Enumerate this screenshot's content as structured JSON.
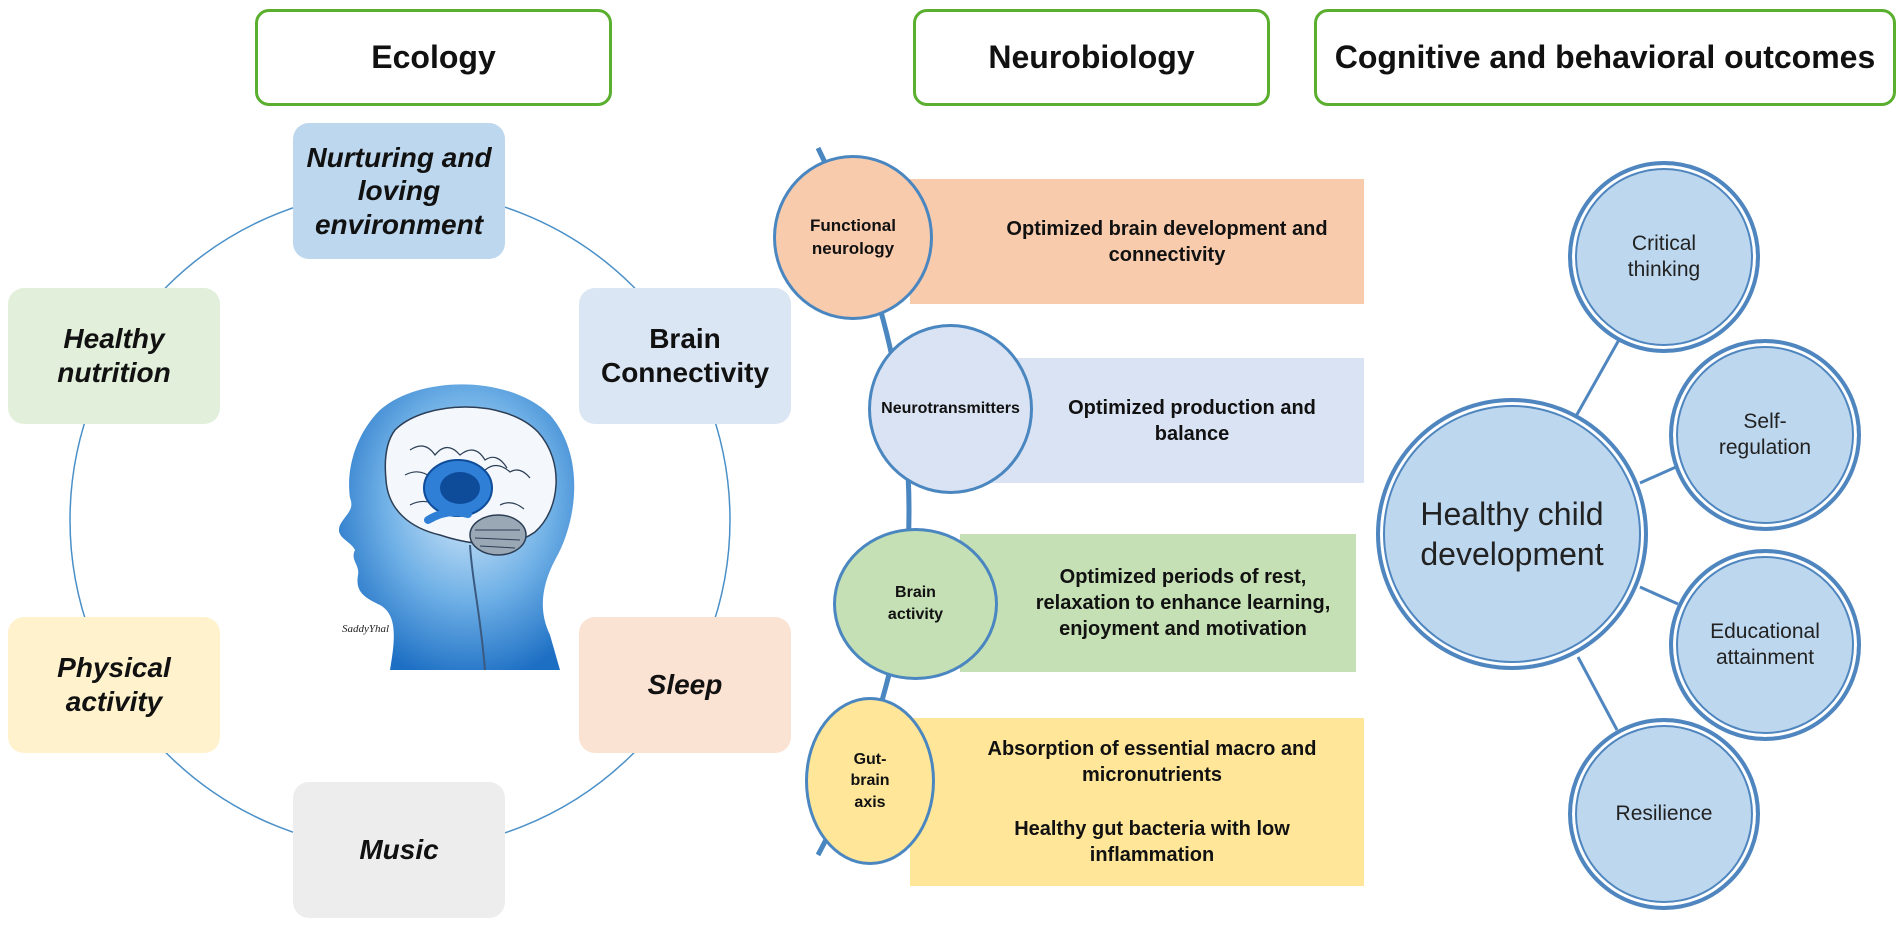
{
  "headers": {
    "ecology": "Ecology",
    "neurobiology": "Neurobiology",
    "outcomes": "Cognitive and behavioral outcomes"
  },
  "ecology": {
    "nurturing": "Nurturing and loving environment",
    "brain_connectivity": "Brain Connectivity",
    "healthy_nutrition": "Healthy nutrition",
    "sleep": "Sleep",
    "physical_activity": "Physical activity",
    "music": "Music",
    "signature": "SaddyYhal"
  },
  "neurobiology": {
    "functional": {
      "circle": "Functional neurology",
      "text": "Optimized brain development and connectivity"
    },
    "neurotransmitters": {
      "circle": "Neurotransmitters",
      "text": "Optimized production and balance"
    },
    "brain_activity": {
      "circle": "Brain activity",
      "text": "Optimized periods of rest, relaxation to enhance learning, enjoyment and motivation"
    },
    "gut_brain": {
      "circle": "Gut-brain axis",
      "text1": "Absorption of essential macro and micronutrients",
      "text2": "Healthy gut bacteria with low inflammation"
    }
  },
  "outcomes": {
    "center": "Healthy child development",
    "critical_thinking": "Critical thinking",
    "self_regulation": "Self-regulation",
    "educational_attainment": "Educational attainment",
    "resilience": "Resilience"
  },
  "colors": {
    "header_border": "#5aaf2e",
    "blue": "#bdd7ee",
    "light_blue": "#dae6f4",
    "green": "#e2efda",
    "orange": "#fbe3d4",
    "yellow": "#fff2cc",
    "grey": "#ededed",
    "band_orange": "#f8cbad",
    "band_blue": "#dae3f3",
    "band_green": "#c5e0b4",
    "band_yellow": "#ffe699"
  }
}
